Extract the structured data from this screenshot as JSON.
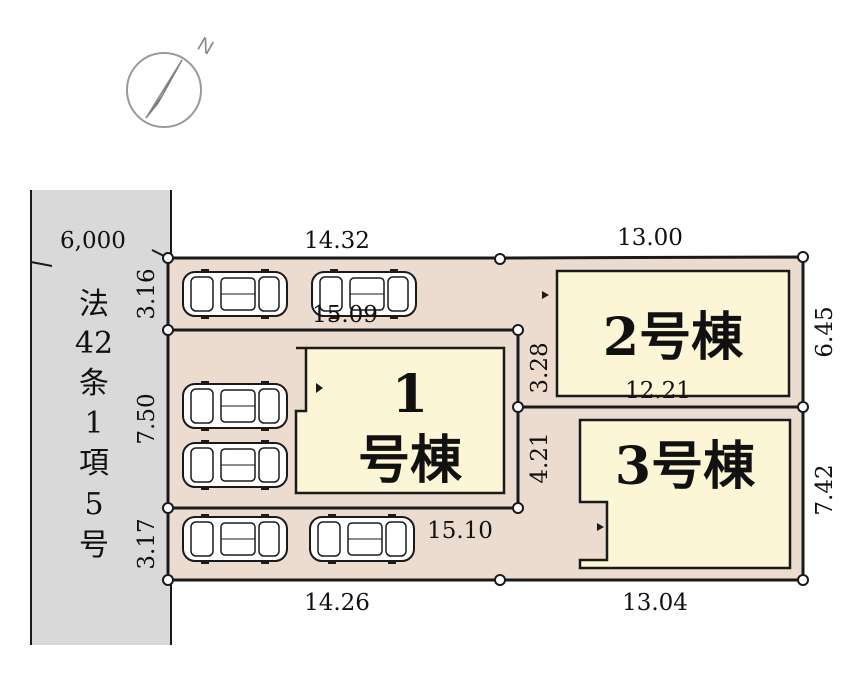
{
  "compass": {
    "north_label": "N"
  },
  "road": {
    "width_label": "6,000",
    "legal_label": [
      "法",
      "42",
      "条",
      "1",
      "項",
      "5",
      "号"
    ]
  },
  "dimensions": {
    "top_left": "14.32",
    "top_right": "13.00",
    "bottom_left": "14.26",
    "bottom_right": "13.04",
    "left_upper": "3.16",
    "left_middle": "7.50",
    "left_lower": "3.17",
    "inner_upper_driveway": "15.09",
    "inner_lower_driveway": "15.10",
    "inner_mid_width": "12.21",
    "inner_vertical_upper": "3.28",
    "inner_vertical_lower": "4.21",
    "right_upper": "6.45",
    "right_lower": "7.42"
  },
  "buildings": {
    "b1_num": "1",
    "b1_label": "号棟",
    "b2_label": "2号棟",
    "b3_label": "3号棟"
  },
  "colors": {
    "lot_fill": "#ecdcd0",
    "building_fill": "#fdf6d6",
    "road_fill": "#d9d9d9",
    "line": "#1a1a1a"
  }
}
